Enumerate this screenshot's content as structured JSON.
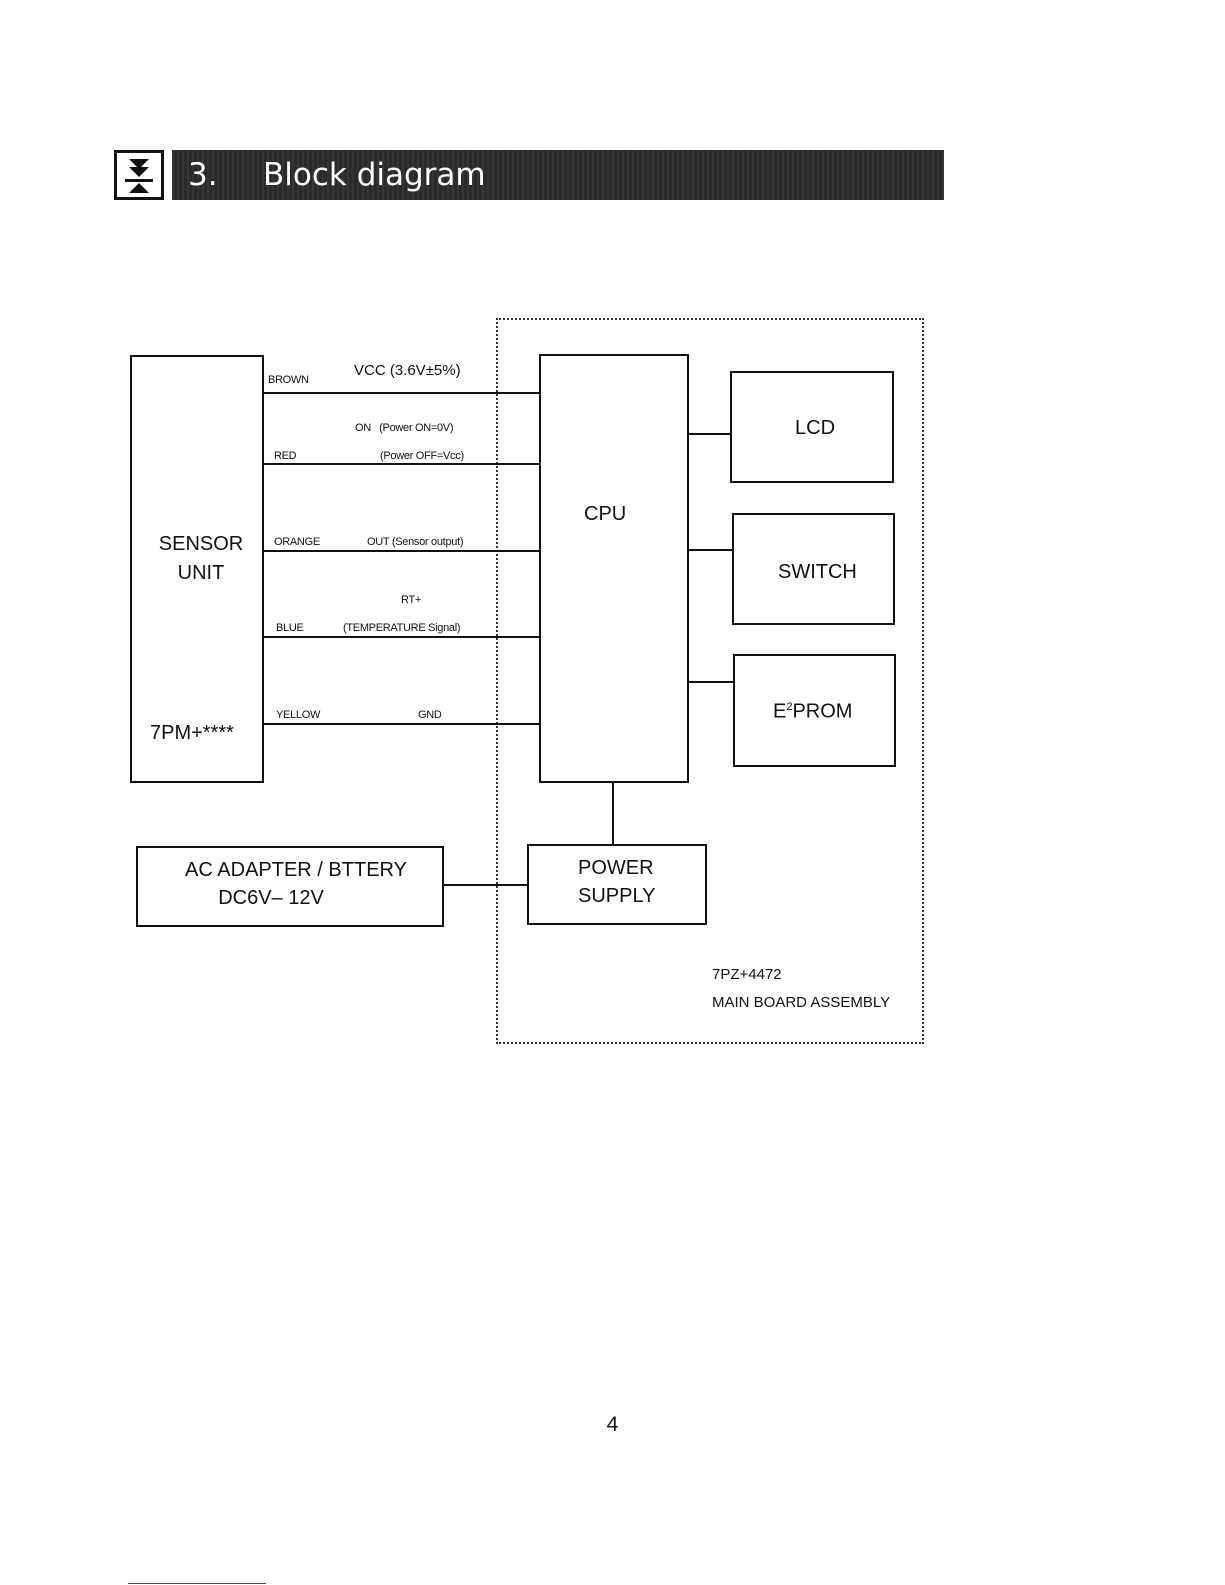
{
  "header": {
    "icon": "download-arrow-icon",
    "section_number": "3.",
    "title": "Block diagram"
  },
  "blocks": {
    "sensor_unit": {
      "line1": "SENSOR",
      "line2": "UNIT",
      "part": "7PM+****"
    },
    "cpu": "CPU",
    "lcd": "LCD",
    "switch": "SWITCH",
    "eeprom": {
      "prefix": "E",
      "sup": "2",
      "suffix": "PROM"
    },
    "power_supply": {
      "line1": "POWER",
      "line2": "SUPPLY"
    },
    "ac_adapter": {
      "line1": "AC ADAPTER / BTTERY",
      "line2": "DC6V– 12V"
    }
  },
  "wires": [
    {
      "color": "BROWN",
      "signal": "VCC (3.6V±5%)"
    },
    {
      "color": "RED",
      "signal_top": "ON   (Power ON=0V)",
      "signal_bottom": "(Power OFF=Vcc)"
    },
    {
      "color": "ORANGE",
      "signal": "OUT (Sensor output)"
    },
    {
      "color": "BLUE",
      "signal_top": "RT+",
      "signal_bottom": "(TEMPERATURE Signal)"
    },
    {
      "color": "YELLOW",
      "signal": "GND"
    }
  ],
  "main_board": {
    "part": "7PZ+4472",
    "name": "MAIN BOARD ASSEMBLY"
  },
  "page_number": "4"
}
